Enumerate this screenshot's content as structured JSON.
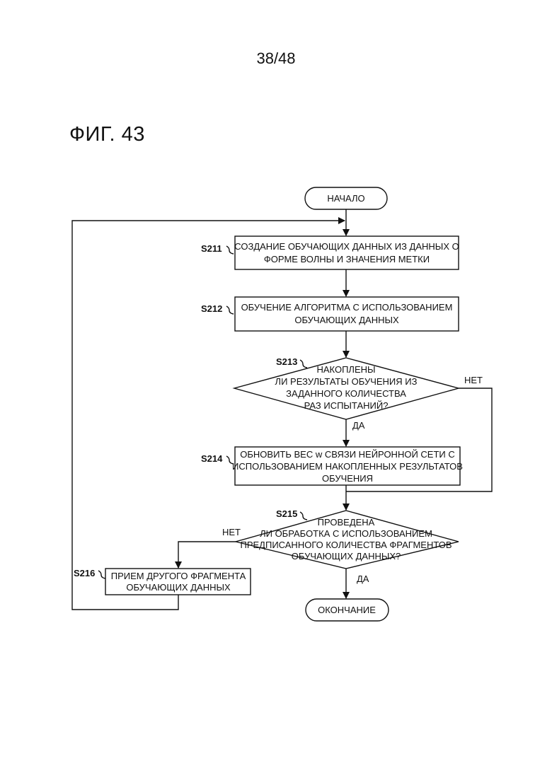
{
  "header": {
    "page_number": "38/48"
  },
  "figure": {
    "title": "ФИГ. 43"
  },
  "flowchart": {
    "start": "НАЧАЛО",
    "end": "ОКОНЧАНИЕ",
    "steps": {
      "s211": {
        "label": "S211",
        "lines": [
          "СОЗДАНИЕ ОБУЧАЮЩИХ ДАННЫХ ИЗ ДАННЫХ О",
          "ФОРМЕ ВОЛНЫ И ЗНАЧЕНИЯ МЕТКИ"
        ]
      },
      "s212": {
        "label": "S212",
        "lines": [
          "ОБУЧЕНИЕ АЛГОРИТМА С ИСПОЛЬЗОВАНИЕМ",
          "ОБУЧАЮЩИХ ДАННЫХ"
        ]
      },
      "s213": {
        "label": "S213",
        "lines": [
          "НАКОПЛЕНЫ",
          "ЛИ РЕЗУЛЬТАТЫ ОБУЧЕНИЯ ИЗ",
          "ЗАДАННОГО КОЛИЧЕСТВА",
          "РАЗ ИСПЫТАНИЙ?"
        ]
      },
      "s214": {
        "label": "S214",
        "lines": [
          "ОБНОВИТЬ ВЕС w СВЯЗИ НЕЙРОННОЙ СЕТИ С",
          "ИСПОЛЬЗОВАНИЕМ НАКОПЛЕННЫХ РЕЗУЛЬТАТОВ",
          "ОБУЧЕНИЯ"
        ]
      },
      "s215": {
        "label": "S215",
        "lines": [
          "ПРОВЕДЕНА",
          "ЛИ ОБРАБОТКА С ИСПОЛЬЗОВАНИЕМ",
          "ПРЕДПИСАННОГО КОЛИЧЕСТВА ФРАГМЕНТОВ",
          "ОБУЧАЮЩИХ ДАННЫХ?"
        ]
      },
      "s216": {
        "label": "S216",
        "lines": [
          "ПРИЕМ ДРУГОГО ФРАГМЕНТА",
          "ОБУЧАЮЩИХ ДАННЫХ"
        ]
      }
    },
    "branches": {
      "s213_yes": "ДА",
      "s213_no": "НЕТ",
      "s215_yes": "ДА",
      "s215_no": "НЕТ"
    }
  }
}
